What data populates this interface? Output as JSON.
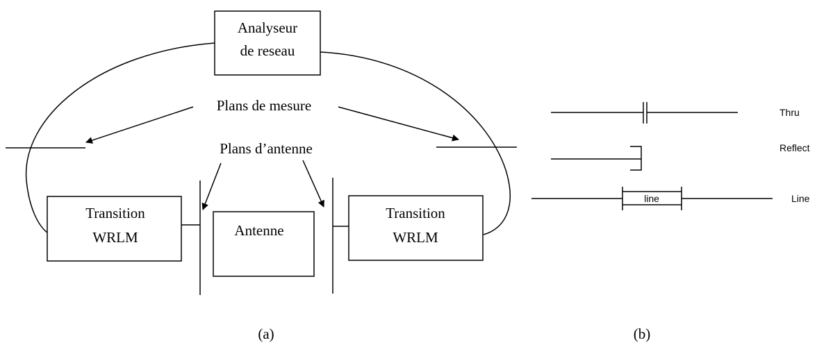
{
  "diagram_a": {
    "analyzer_label": [
      "Analyseur",
      "de reseau"
    ],
    "measure_planes_label": "Plans de mesure",
    "antenna_planes_label": "Plans d’antenne",
    "transition_label": [
      "Transition",
      "WRLM"
    ],
    "antenna_label": "Antenne",
    "caption": "(a)"
  },
  "diagram_b": {
    "thru_label": "Thru",
    "reflect_label": "Reflect",
    "line_label": "Line",
    "line_box_text": "line",
    "caption": "(b)"
  }
}
